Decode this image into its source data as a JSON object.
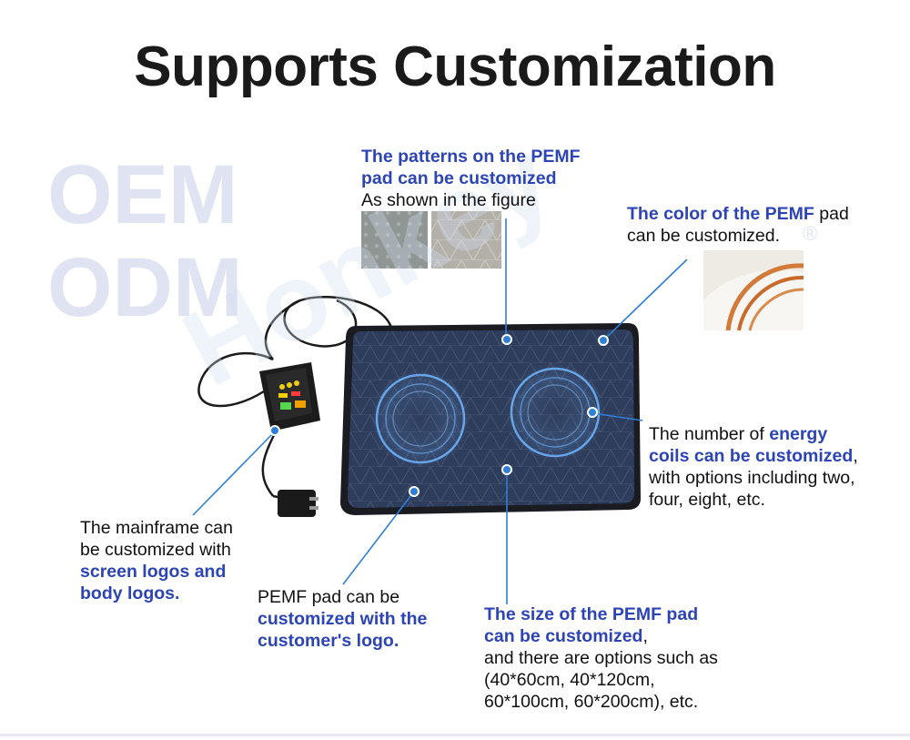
{
  "title": "Supports Customization",
  "badges": {
    "oem": "OEM",
    "odm": "ODM"
  },
  "watermark": {
    "text": "Honkey",
    "mark": "®"
  },
  "callouts": {
    "patterns": {
      "highlight_1": "The patterns on the PEMF",
      "highlight_2": "pad can be customized",
      "text": "As shown in the figure"
    },
    "color": {
      "highlight": "The color of the PEMF",
      "text_1": " pad",
      "text_2": "can be customized."
    },
    "coils": {
      "text_1": "The number of ",
      "highlight_1": "energy",
      "highlight_2": "coils can be customized",
      "text_2": ",",
      "text_3": "with options including two,",
      "text_4": "four, eight, etc."
    },
    "mainframe": {
      "text_1": "The mainframe can",
      "text_2": "be customized with",
      "highlight_1": "screen logos and",
      "highlight_2": "body logos."
    },
    "logo": {
      "text_1": "PEMF pad can be",
      "highlight_1": "customized with the",
      "highlight_2": "customer's logo."
    },
    "size": {
      "highlight_1": "The size of the PEMF pad",
      "highlight_2": "can be customized",
      "text_1": ",",
      "text_2": "and there are options such as",
      "text_3": "(40*60cm, 40*120cm,",
      "text_4": "60*100cm, 60*200cm), etc."
    }
  },
  "colors": {
    "accent_blue": "#2c44b5",
    "dot_blue": "#2f7fd8",
    "pad_navy": "#2f3d5c",
    "badge_light": "#dfe3f2"
  },
  "icons": [
    "pad-product-image",
    "controller-image",
    "power-adapter-image",
    "texture-sample-swatch",
    "coil-sample-image"
  ]
}
